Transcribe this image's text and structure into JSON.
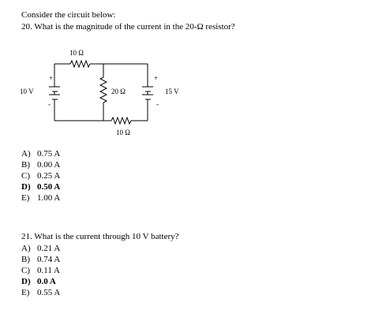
{
  "intro": "Consider the circuit below:",
  "question20": {
    "number": "20.",
    "text": "What is the magnitude of the current in the 20-Ω resistor?",
    "choices": [
      {
        "letter": "A)",
        "text": "0.75 A"
      },
      {
        "letter": "B)",
        "text": "0.00 A"
      },
      {
        "letter": "C)",
        "text": "0.25 A"
      },
      {
        "letter": "D)",
        "text": "0.50 A"
      },
      {
        "letter": "E)",
        "text": "1.00 A"
      }
    ]
  },
  "question21": {
    "number": "21.",
    "text": "What is the current through 10 V battery?",
    "choices": [
      {
        "letter": "A)",
        "text": "0.21 A"
      },
      {
        "letter": "B)",
        "text": "0.74 A"
      },
      {
        "letter": "C)",
        "text": "0.11 A"
      },
      {
        "letter": "D)",
        "text": "0.0 A"
      },
      {
        "letter": "E)",
        "text": "0.55 A"
      }
    ]
  },
  "circuit": {
    "top_resistor_label": "10 Ω",
    "middle_resistor_label": "20 Ω",
    "bottom_resistor_label": "10 Ω",
    "left_battery_label": "10 V",
    "right_battery_label": "15 V",
    "plus_sign": "+",
    "minus_sign": "-"
  }
}
